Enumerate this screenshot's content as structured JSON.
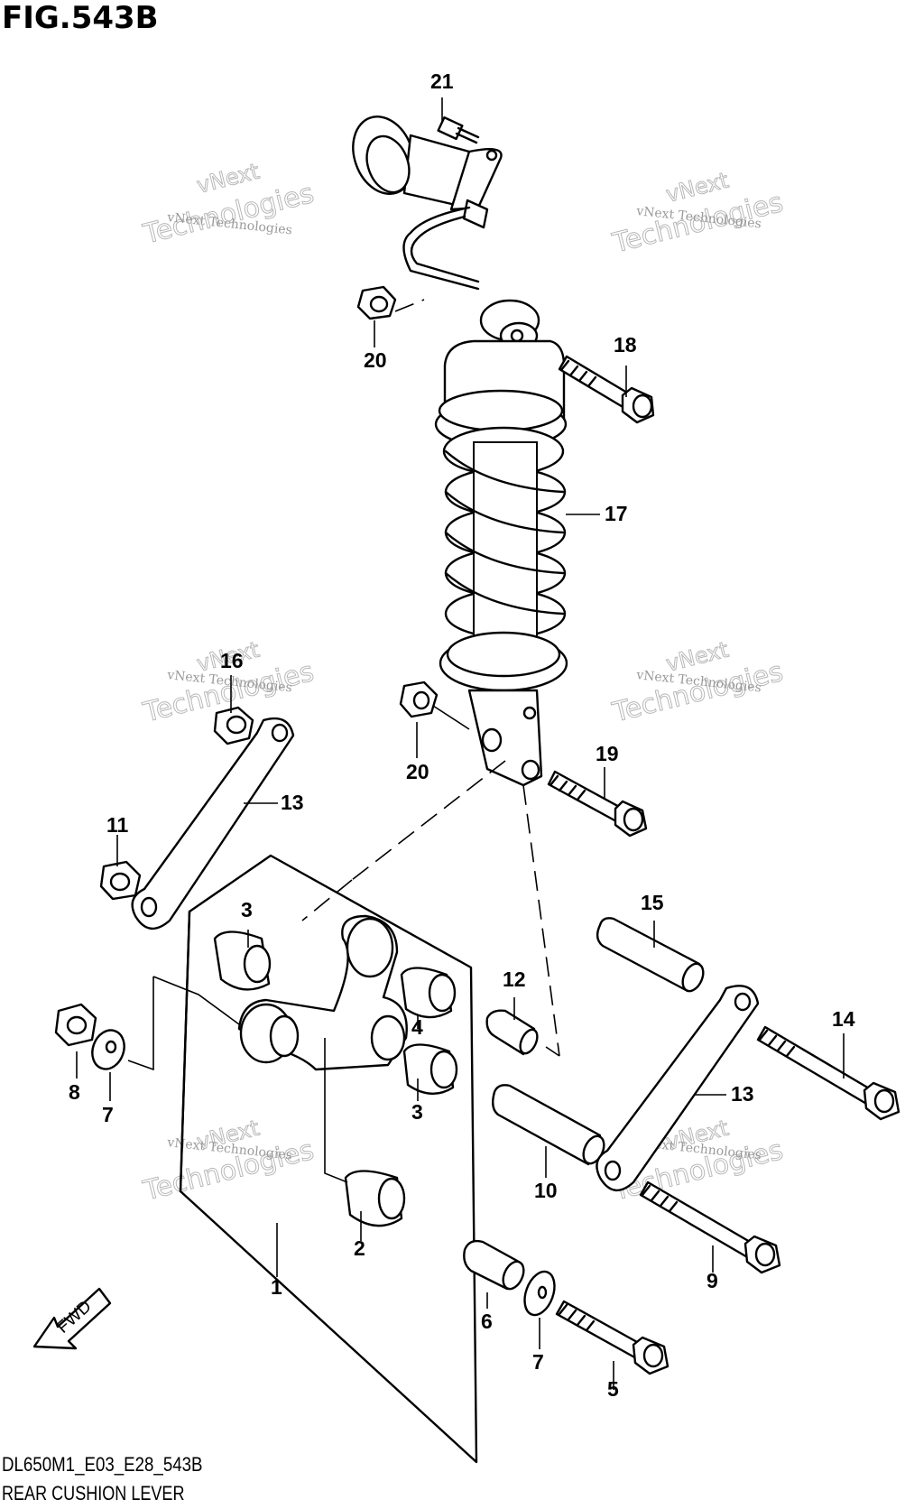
{
  "figure": {
    "title": "FIG.543B",
    "code": "DL650M1_E03_E28_543B",
    "name": "REAR CUSHION LEVER"
  },
  "watermark": {
    "line1": "vNext Technologies",
    "line2": "vNext",
    "line3": "Technologies"
  },
  "orientation": {
    "label": "FWD"
  },
  "callouts": {
    "c1": "1",
    "c2": "2",
    "c3a": "3",
    "c3b": "3",
    "c4": "4",
    "c5": "5",
    "c6": "6",
    "c7a": "7",
    "c7b": "7",
    "c8": "8",
    "c9": "9",
    "c10": "10",
    "c11": "11",
    "c12": "12",
    "c13a": "13",
    "c13b": "13",
    "c14": "14",
    "c15": "15",
    "c16": "16",
    "c17": "17",
    "c18": "18",
    "c19": "19",
    "c20a": "20",
    "c20b": "20",
    "c21": "21"
  }
}
